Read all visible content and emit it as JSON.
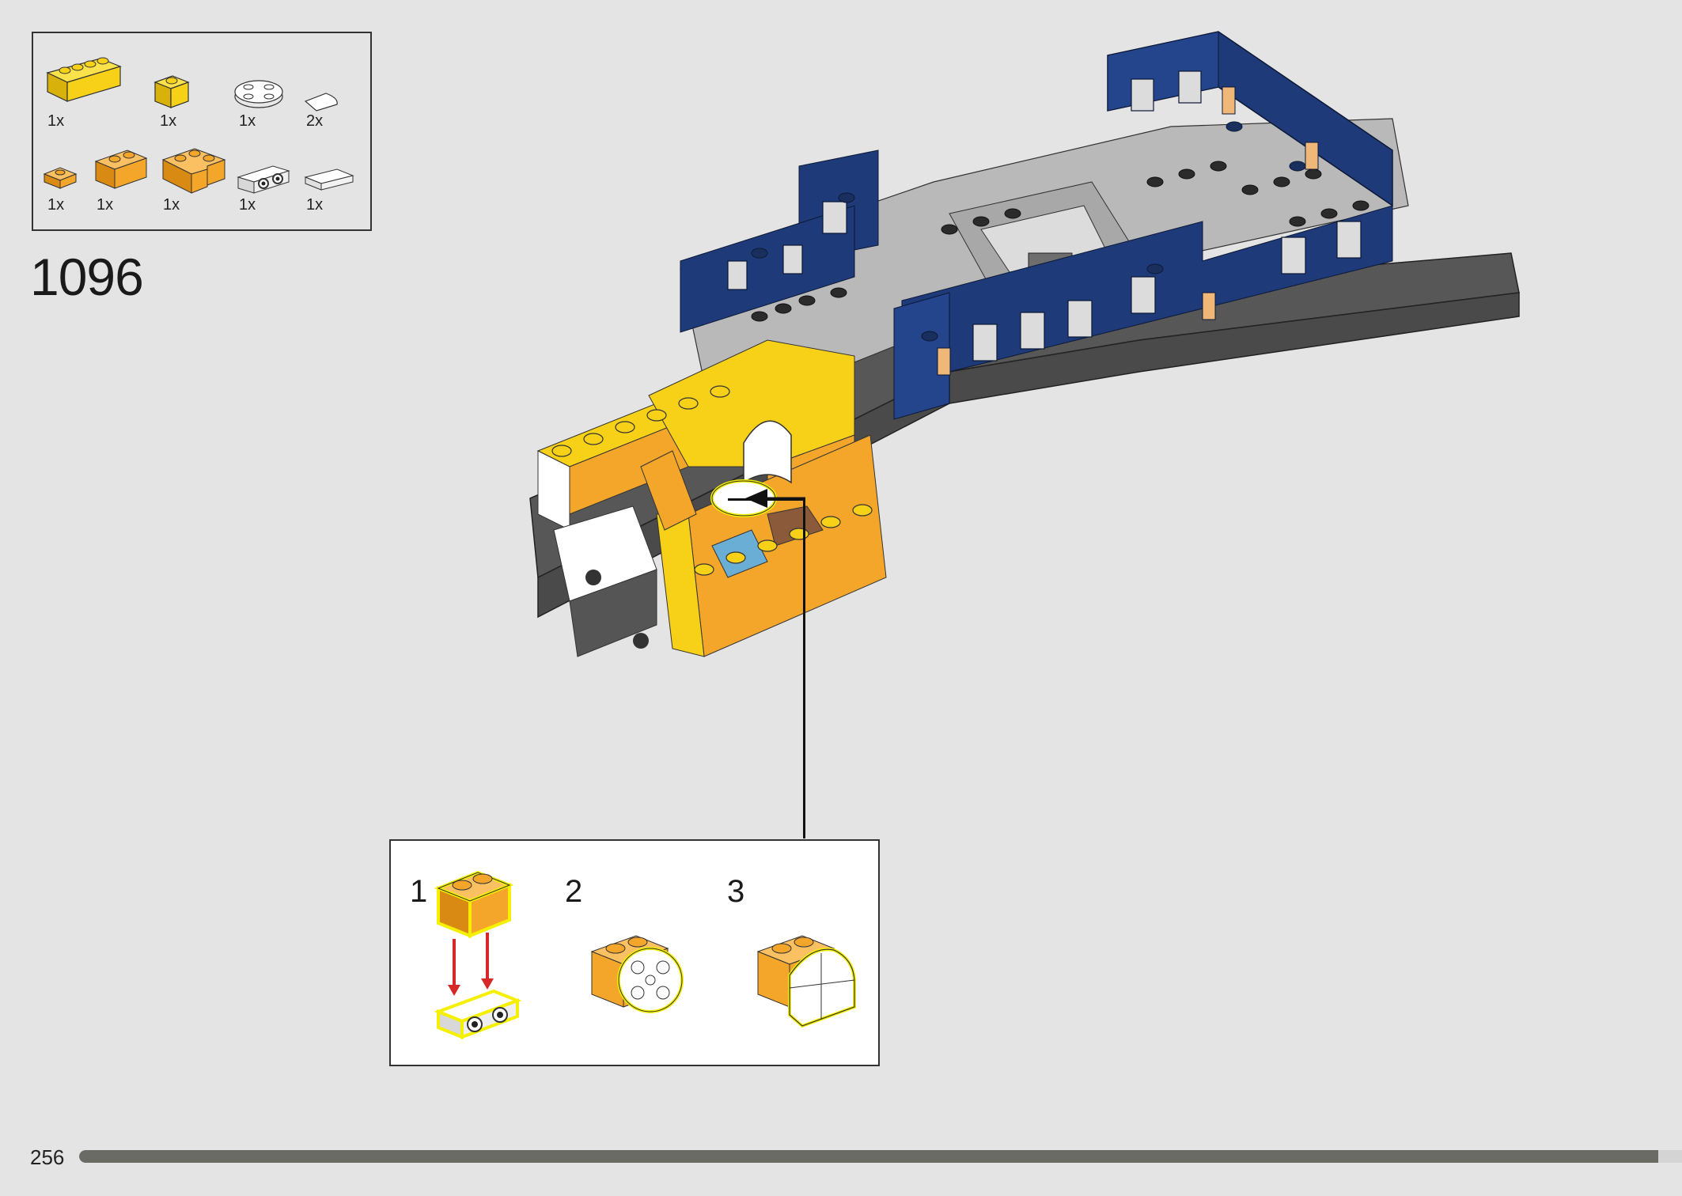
{
  "page": {
    "step_number": "1096",
    "page_number": "256",
    "progress": 0.985
  },
  "parts_list": [
    {
      "name": "yellow-brick-1x4",
      "qty": "1x",
      "color": "#f7d117"
    },
    {
      "name": "yellow-brick-1x1",
      "qty": "1x",
      "color": "#f7d117"
    },
    {
      "name": "white-round-plate-2x2",
      "qty": "1x",
      "color": "#ffffff"
    },
    {
      "name": "white-tile-1x1-quarter",
      "qty": "2x",
      "color": "#ffffff"
    },
    {
      "name": "orange-plate-1x1",
      "qty": "1x",
      "color": "#f4a62a"
    },
    {
      "name": "orange-brick-1x2",
      "qty": "1x",
      "color": "#f4a62a"
    },
    {
      "name": "orange-corner-brick",
      "qty": "1x",
      "color": "#f4a62a"
    },
    {
      "name": "white-plate-bracket-1x2",
      "qty": "1x",
      "color": "#ffffff"
    },
    {
      "name": "white-tile-1x2",
      "qty": "1x",
      "color": "#ffffff"
    }
  ],
  "callout": {
    "substeps": [
      "1",
      "2",
      "3"
    ]
  },
  "colors": {
    "dark_blue": "#1e3a78",
    "orange": "#f4a62a",
    "yellow": "#f7d117",
    "light_gray": "#b9b9b9",
    "dark_gray": "#555555",
    "brown": "#8a5a3a",
    "highlight": "#f4f000"
  }
}
